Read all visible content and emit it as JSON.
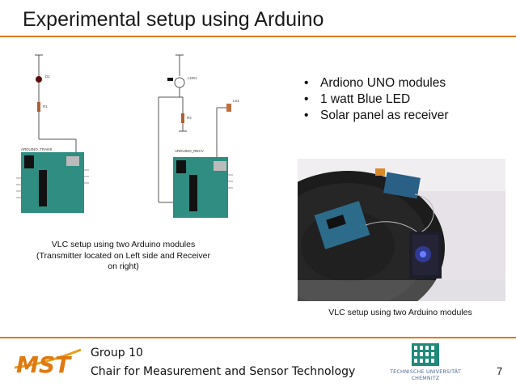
{
  "slide": {
    "title": "Experimental setup using Arduino",
    "page_number": "7"
  },
  "bullets": [
    {
      "marker": "•",
      "text": "Ardiono UNO modules"
    },
    {
      "marker": "•",
      "text": "1 watt Blue LED"
    },
    {
      "marker": "•",
      "text": "Solar panel as receiver"
    }
  ],
  "schematic": {
    "transmitter_label": "ARDUINO_TRANS",
    "receiver_label": "ARDUINO_RECV",
    "led_label": "D1",
    "resistor_labels": [
      "R1",
      "R2"
    ],
    "ldr_label": "LDR1",
    "buzzer_label": "LS1",
    "caption": "VLC setup using two Arduino modules (Transmitter located on Left side and Receiver on right)"
  },
  "photo": {
    "caption": "VLC setup using two Arduino modules"
  },
  "footer": {
    "logo_text": "MST",
    "group": "Group 10",
    "chair": "Chair for Measurement and Sensor Technology",
    "university_line1": "TECHNISCHE UNIVERSITÄT",
    "university_line2": "CHEMNITZ"
  },
  "colors": {
    "accent": "#e07a10",
    "board": "#2f8d82",
    "led_blue": "#3a4de0"
  }
}
